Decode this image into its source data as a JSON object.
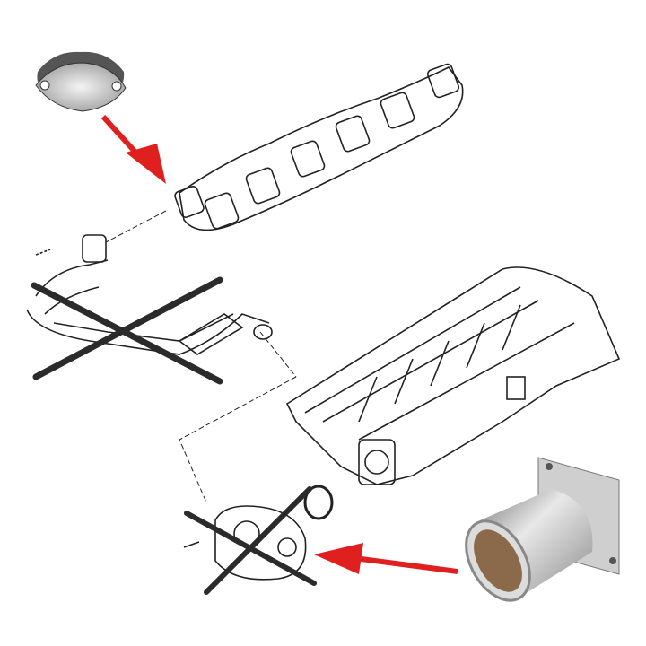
{
  "colors": {
    "arrow": "#e01f1f",
    "cross": "#2b2b2b",
    "line_art": "#222222",
    "metal_light": "#e6e6e6",
    "metal_dark": "#6f6f6f"
  },
  "parts": [
    {
      "name": "egr-blanking-plate",
      "icon": "gasket-plate"
    },
    {
      "name": "exhaust-manifold",
      "icon": "manifold-line-art"
    },
    {
      "name": "egr-pipe",
      "icon": "pipe-line-art",
      "crossed_out": true
    },
    {
      "name": "intake-manifold",
      "icon": "intake-line-art"
    },
    {
      "name": "egr-valve",
      "icon": "valve-line-art",
      "crossed_out": true
    },
    {
      "name": "egr-delete-pipe",
      "icon": "metal-tube"
    }
  ]
}
